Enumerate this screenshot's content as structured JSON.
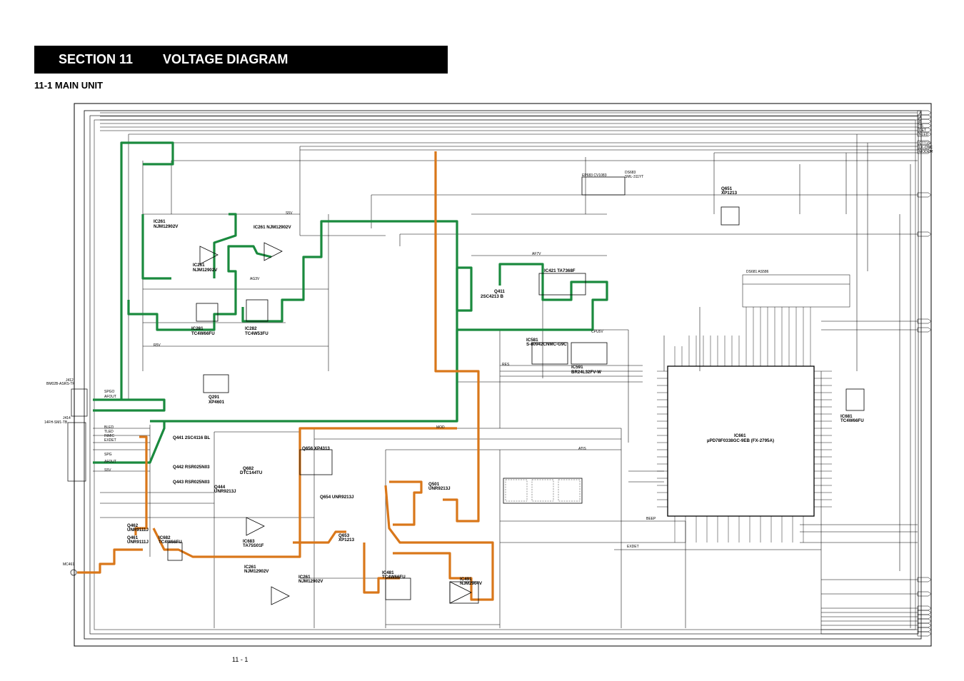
{
  "header": {
    "section_number": "SECTION 11",
    "section_title": "VOLTAGE DIAGRAM",
    "subsection": "11-1 MAIN UNIT"
  },
  "footer": {
    "page_number": "11 - 1"
  },
  "components": {
    "ic261_a": "IC261",
    "ic261_a_part": "NJM12902V",
    "ic261_top": "IC261 NJM12902V",
    "ic261_b": "IC261",
    "ic261_b_part": "NJM12902V",
    "ic281": "IC281",
    "ic281_part": "TC4W66FU",
    "ic282": "IC282",
    "ic282_part": "TC4W53FU",
    "q291": "Q291",
    "q291_part": "XP4601",
    "ic421": "IC421 TA7368F",
    "q411": "Q411",
    "q411_part": "2SC4213 B",
    "ic581": "IC581",
    "ic581_part": "S-80942CNMC-G9C",
    "ic591": "IC591",
    "ic591_part": "BR24L32FV-W",
    "q651": "Q651",
    "q651_part": "XP1213",
    "q441": "Q441 2SC4116 BL",
    "q442": "Q442 RSR025N03",
    "q443": "Q443 RSR025N03",
    "q444": "Q444",
    "q444_part": "UNR9213J",
    "q682": "Q682",
    "q682_part": "DTC144TU",
    "q656": "Q656 XP4313",
    "q654": "Q654 UNR9213J",
    "q653": "Q653",
    "q653_part": "XP1213",
    "q501": "Q501",
    "q501_part": "UNR9213J",
    "q462": "Q462",
    "q462_part": "UNR9111J",
    "q461": "Q461",
    "q461_part": "UNR9111J",
    "ic682": "IC682",
    "ic682_part": "TC4W66FU",
    "ic683": "IC683",
    "ic683_part": "TA75S01F",
    "ic261_c": "IC261",
    "ic261_c_part": "NJM12902V",
    "ic261_d": "IC261",
    "ic261_d_part": "NJM12902V",
    "ic481": "IC481",
    "ic481_part": "TC4W66FU",
    "ic491": "IC491",
    "ic491_part": "NJM2904V",
    "ic661": "IC661",
    "ic661_part": "µPD78F0338GC-9EB (FX-2795A)",
    "ic681": "IC681",
    "ic681_part": "TC4W66FU",
    "ds681": "DS681 AS586",
    "ep683": "EP683 CV1083",
    "ds683": "DS683",
    "ds683_part": "SML-311YT",
    "j412": "J412",
    "j412_part": "BM02B-ASRS-TF",
    "j414": "J414",
    "j414_part": "14FH-SM1-TB",
    "mc461": "MC461"
  },
  "nets": {
    "right_top": [
      "A",
      "A",
      "B",
      "T5",
      "DET",
      "NLED"
    ],
    "right_mid": [
      "CTT1S",
      "LK-ONC",
      "MODEM"
    ],
    "left_connector": [
      "SPGO",
      "AFOUT",
      "BLED",
      "TLED",
      "INMIC",
      "EXDET",
      "SPG",
      "AFOUT",
      "S5V"
    ],
    "rails": [
      "S5V",
      "AF7V",
      "CPU5V",
      "R5V",
      "AG3V",
      "BEEP",
      "RES",
      "MOD",
      "ATIS",
      "EXDET"
    ]
  }
}
